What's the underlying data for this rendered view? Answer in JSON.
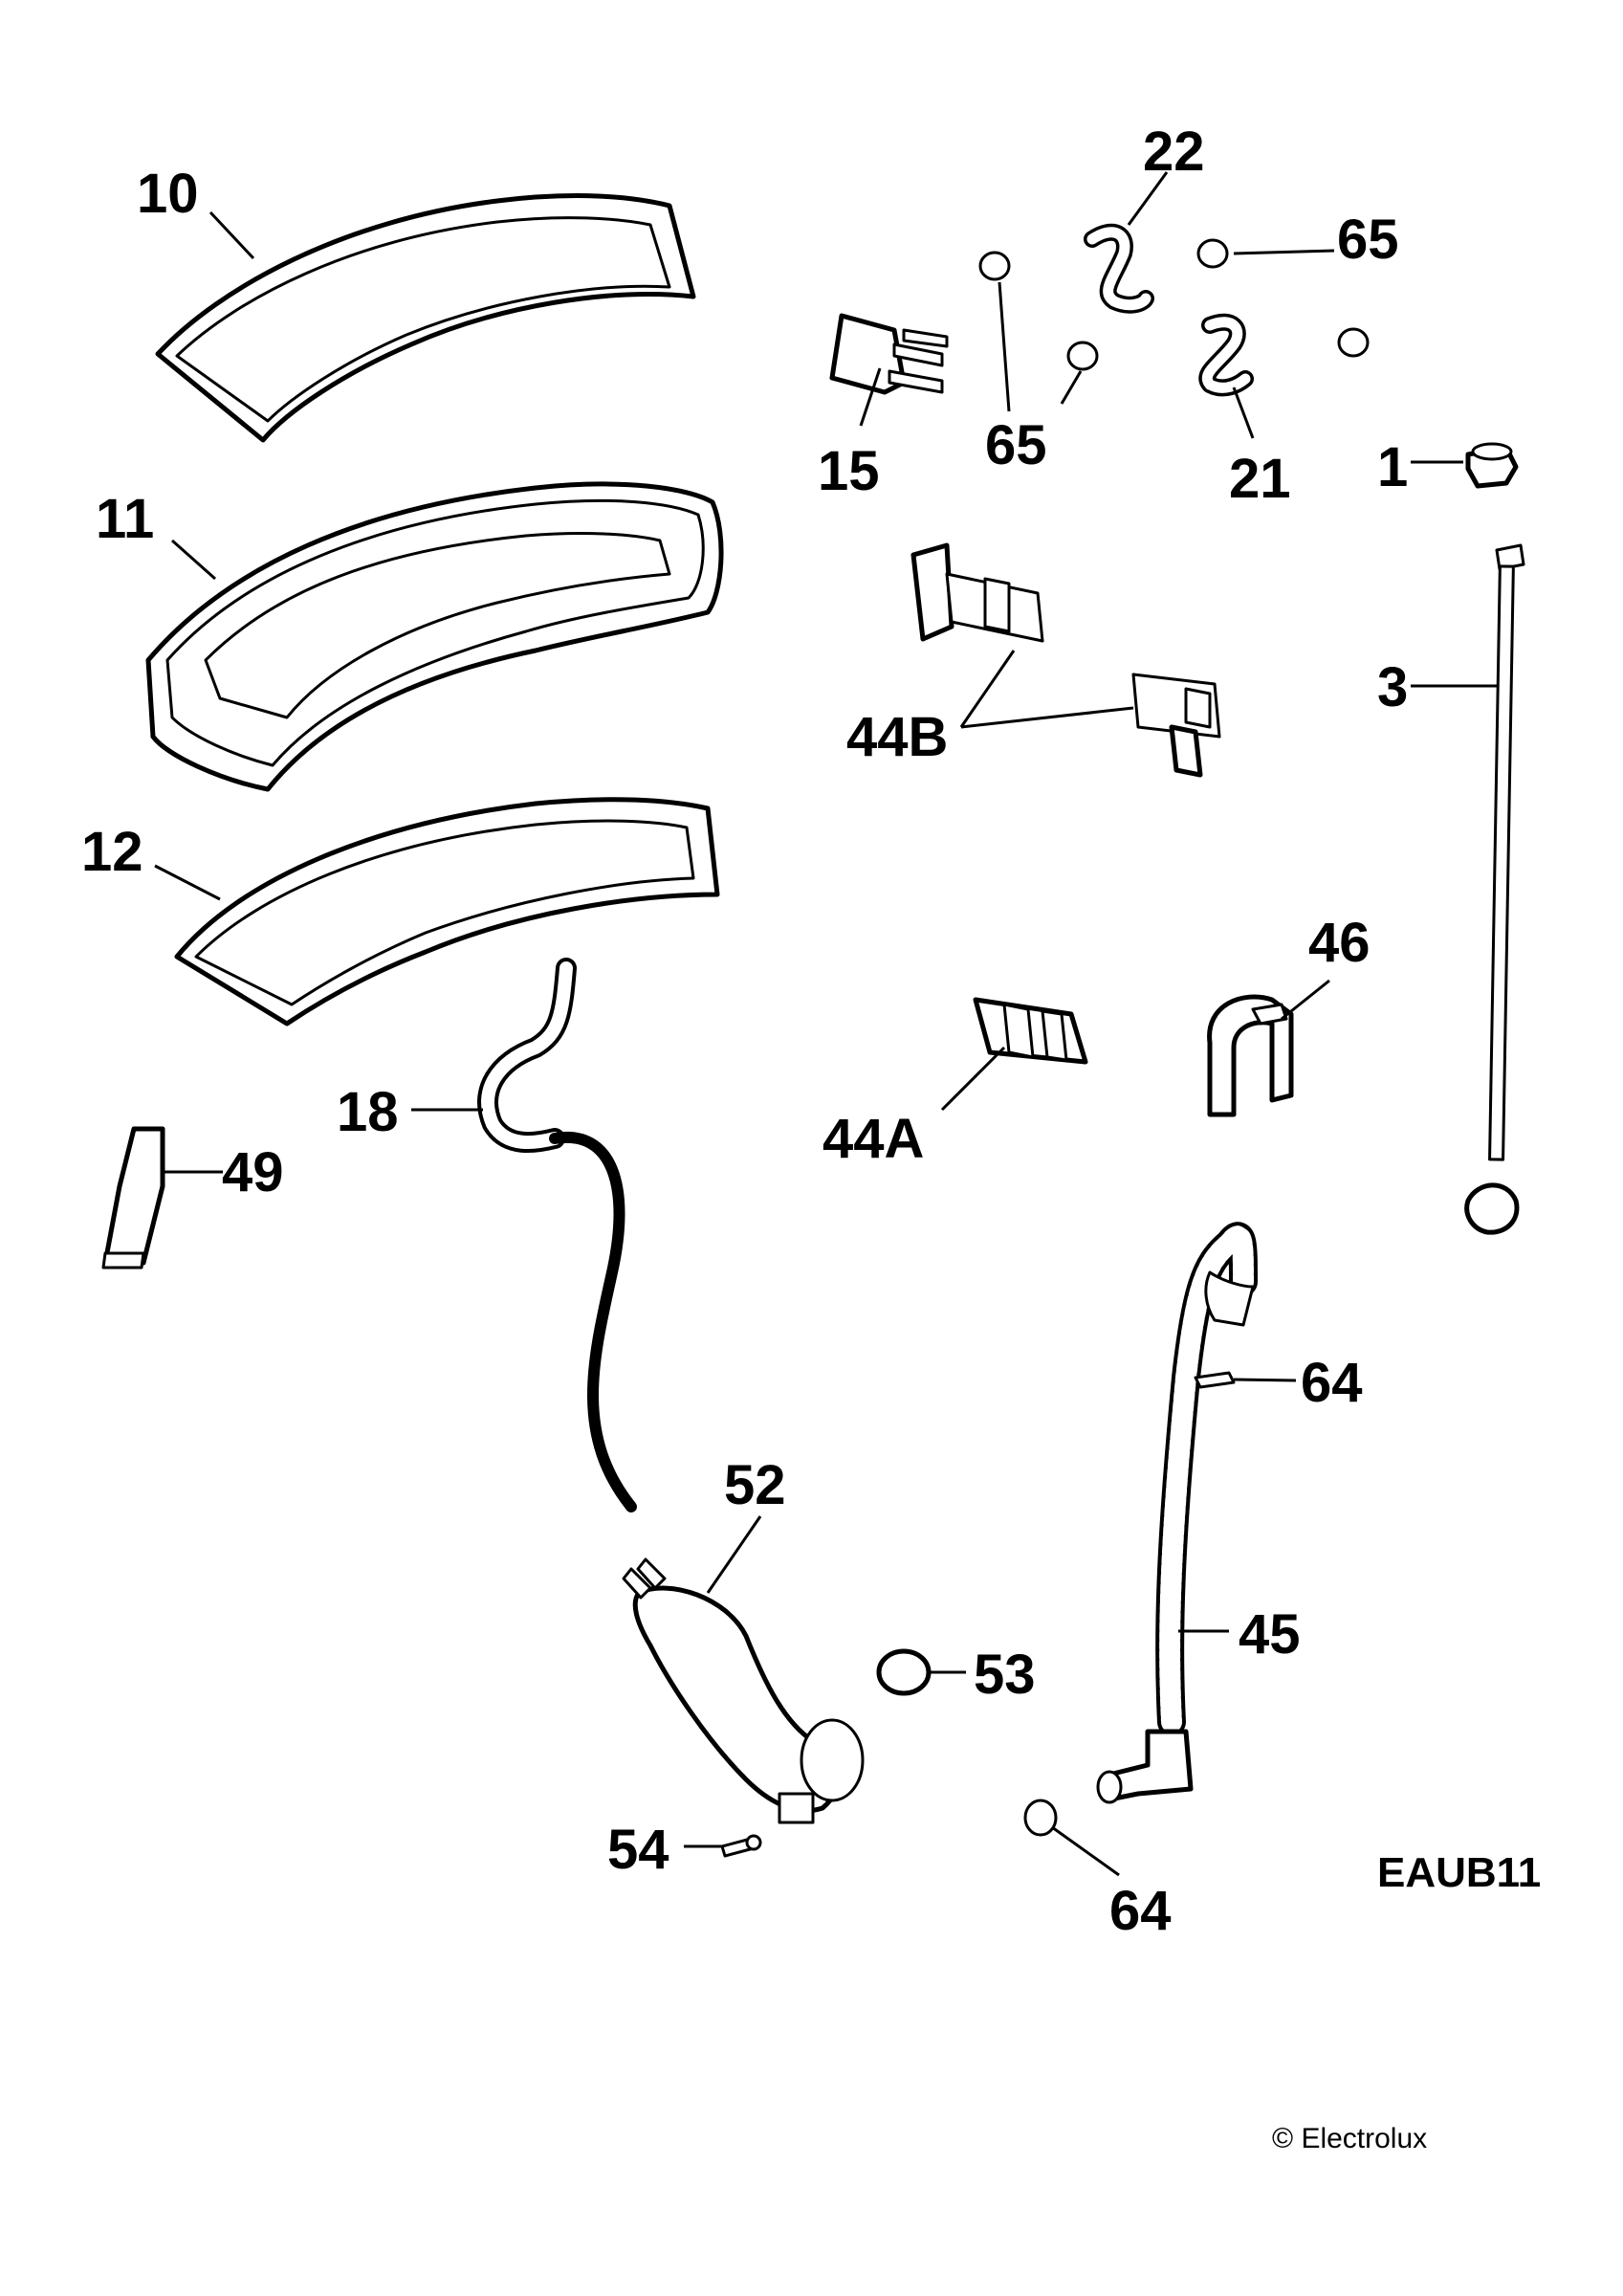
{
  "drawing_code": "EAUB11",
  "copyright": "© Electrolux",
  "callouts": {
    "p10": "10",
    "p11": "11",
    "p12": "12",
    "p15": "15",
    "p18": "18",
    "p22": "22",
    "p65a": "65",
    "p65b": "65",
    "p21": "21",
    "p1": "1",
    "p3": "3",
    "p44b": "44B",
    "p46": "46",
    "p44a": "44A",
    "p49": "49",
    "p52": "52",
    "p53": "53",
    "p54": "54",
    "p64a": "64",
    "p45": "45",
    "p64b": "64"
  }
}
